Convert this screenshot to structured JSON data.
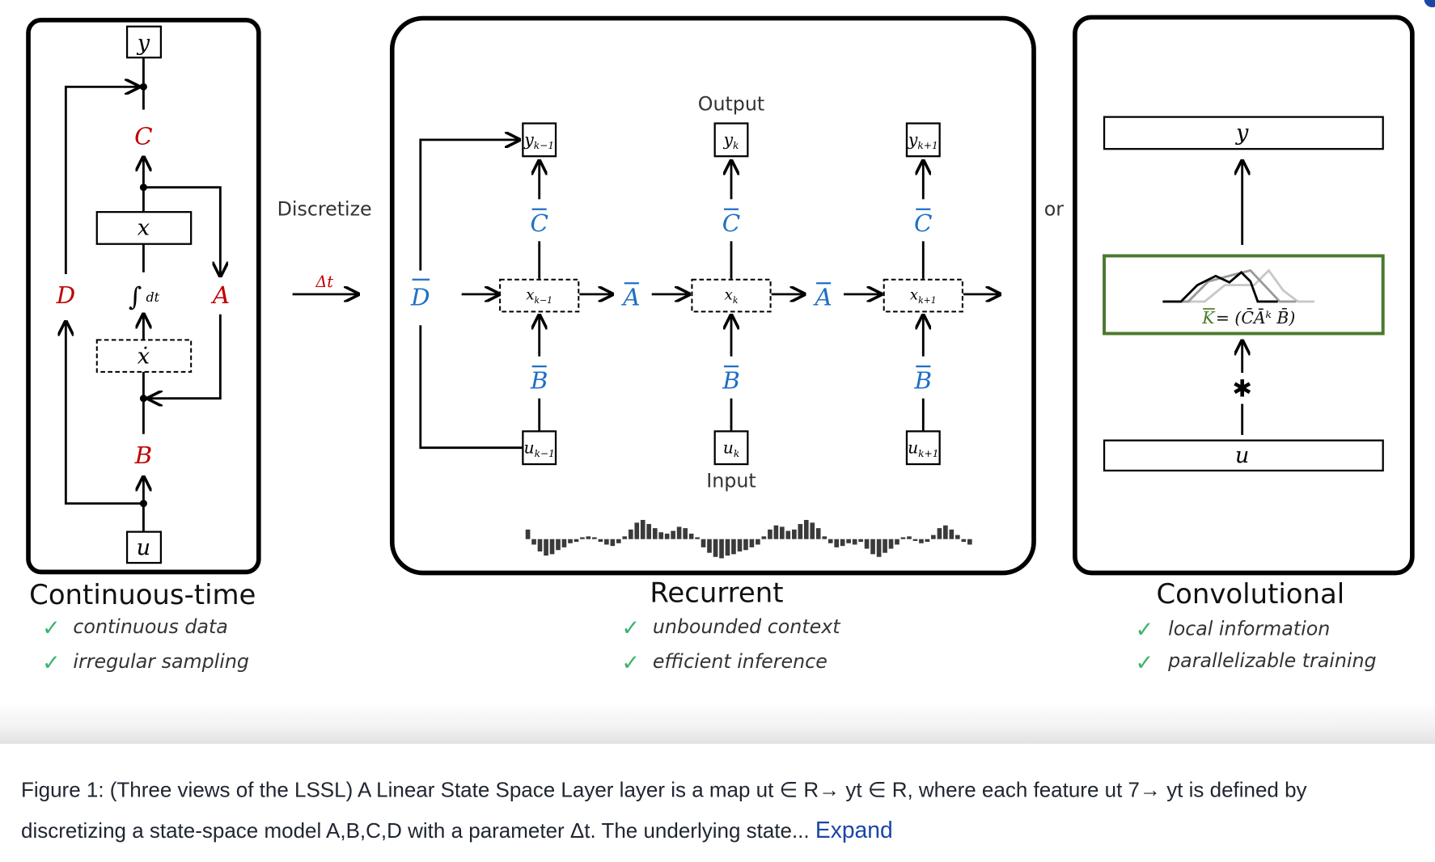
{
  "figure": {
    "continuous": {
      "heading": "Continuous-time",
      "features": [
        "continuous data",
        "irregular sampling"
      ],
      "nodes": {
        "y": "y",
        "x": "x",
        "xdot": "ẋ",
        "u": "u",
        "integral": "∫",
        "dt": "dt"
      },
      "params": {
        "A": "A",
        "B": "B",
        "C": "C",
        "D": "D"
      }
    },
    "discretize": {
      "label": "Discretize",
      "delta": "Δt"
    },
    "recurrent": {
      "heading": "Recurrent",
      "features": [
        "unbounded context",
        "efficient inference"
      ],
      "output_label": "Output",
      "input_label": "Input",
      "outputs": [
        {
          "base": "y",
          "sub": "k−1"
        },
        {
          "base": "y",
          "sub": "k"
        },
        {
          "base": "y",
          "sub": "k+1"
        }
      ],
      "states": [
        {
          "base": "x",
          "sub": "k−1"
        },
        {
          "base": "x",
          "sub": "k"
        },
        {
          "base": "x",
          "sub": "k+1"
        }
      ],
      "inputs": [
        {
          "base": "u",
          "sub": "k−1"
        },
        {
          "base": "u",
          "sub": "k"
        },
        {
          "base": "u",
          "sub": "k+1"
        }
      ],
      "params": {
        "A": "A",
        "B": "B",
        "C": "C",
        "D": "D"
      },
      "signal_bars": [
        0.35,
        -0.2,
        -0.45,
        -0.6,
        -0.55,
        -0.4,
        -0.3,
        -0.15,
        -0.1,
        0.05,
        0.1,
        0.05,
        -0.1,
        -0.2,
        -0.25,
        -0.15,
        0.1,
        0.35,
        0.6,
        0.7,
        0.55,
        0.4,
        0.25,
        0.2,
        0.3,
        0.45,
        0.4,
        0.2,
        0.05,
        -0.3,
        -0.5,
        -0.65,
        -0.7,
        -0.6,
        -0.55,
        -0.45,
        -0.4,
        -0.3,
        -0.2,
        0.1,
        0.35,
        0.5,
        0.45,
        0.3,
        0.35,
        0.55,
        0.7,
        0.6,
        0.4,
        0.1,
        -0.15,
        -0.3,
        -0.25,
        -0.15,
        -0.2,
        -0.1,
        -0.35,
        -0.55,
        -0.65,
        -0.5,
        -0.35,
        -0.2,
        0.05,
        0.1,
        -0.05,
        -0.15,
        -0.1,
        0.15,
        0.4,
        0.5,
        0.35,
        0.15,
        -0.1,
        -0.2
      ]
    },
    "or_label": "or",
    "convolutional": {
      "heading": "Convolutional",
      "features": [
        "local information",
        "parallelizable training"
      ],
      "y_label": "y",
      "u_label": "u",
      "kernel_formula_lhs": "K",
      "kernel_formula_rhs": " = (C̄Āᵏ B̄)",
      "conv_symbol": "✱"
    },
    "colors": {
      "continuous_param": "#c00000",
      "discrete_param": "#1f6fc5",
      "kernel_box": "#4a7a2c",
      "check": "#3cb46e"
    }
  },
  "caption": {
    "text": "Figure 1: (Three views of the LSSL) A Linear State Space Layer layer is a map ut ∈ R→ yt ∈ R, where each feature ut 7→ yt is defined by discretizing a state-space model A,B,C,D with a parameter Δt. The underlying state...",
    "expand_label": "Expand"
  }
}
